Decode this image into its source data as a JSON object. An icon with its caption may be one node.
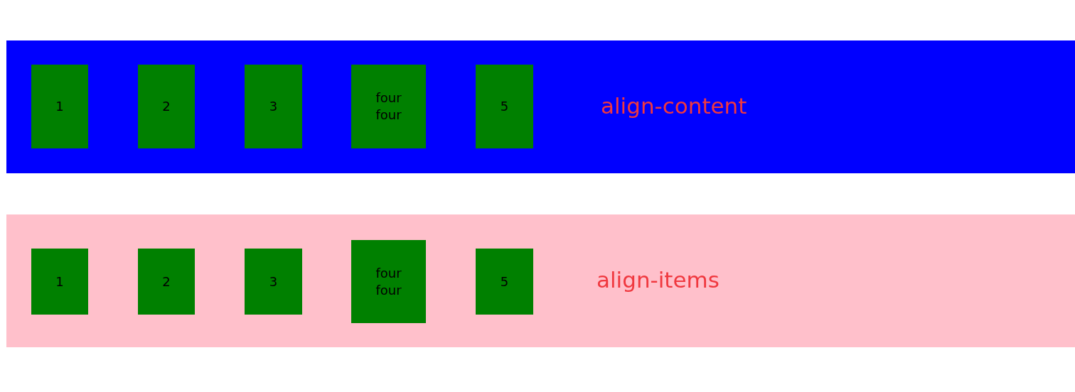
{
  "diagram": {
    "nodes": [
      {
        "text": [
          "align-content"
        ]
      },
      {
        "text": [
          "1"
        ],
        "in": 0
      },
      {
        "text": [
          "2"
        ],
        "in": 0
      },
      {
        "text": [
          "3"
        ],
        "in": 0
      },
      {
        "text": [
          "four four"
        ],
        "in": 0
      },
      {
        "text": [
          "5"
        ],
        "in": 0
      },
      {
        "text": [
          "align-items"
        ]
      },
      {
        "text": [
          "1"
        ],
        "in": 6
      },
      {
        "text": [
          "2"
        ],
        "in": 6
      },
      {
        "text": [
          "3"
        ],
        "in": 6
      },
      {
        "text": [
          "four four"
        ],
        "in": 6
      },
      {
        "text": [
          "5"
        ],
        "in": 6
      }
    ]
  }
}
